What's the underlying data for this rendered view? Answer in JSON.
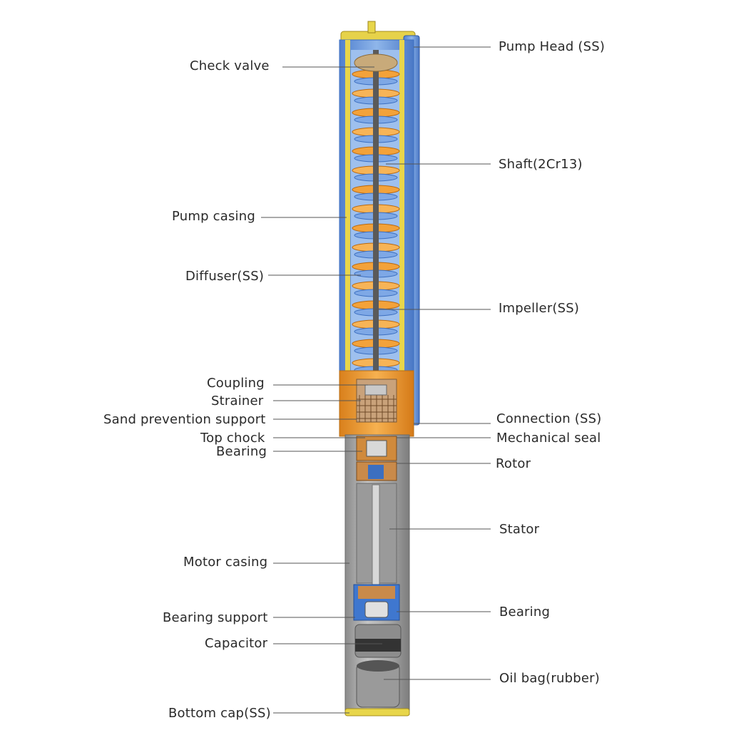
{
  "left_labels": [
    {
      "id": "check-valve",
      "text": "Check valve"
    },
    {
      "id": "pump-casing",
      "text": "Pump casing"
    },
    {
      "id": "diffuser",
      "text": "Diffuser(SS)"
    },
    {
      "id": "coupling",
      "text": "Coupling"
    },
    {
      "id": "strainer",
      "text": "Strainer"
    },
    {
      "id": "sand-prevention-support",
      "text": "Sand prevention support"
    },
    {
      "id": "top-chock",
      "text": "Top chock"
    },
    {
      "id": "bearing-upper",
      "text": "Bearing"
    },
    {
      "id": "motor-casing",
      "text": "Motor casing"
    },
    {
      "id": "bearing-support",
      "text": "Bearing support"
    },
    {
      "id": "capacitor",
      "text": "Capacitor"
    },
    {
      "id": "bottom-cap",
      "text": "Bottom cap(SS)"
    }
  ],
  "right_labels": [
    {
      "id": "pump-head",
      "text": "Pump Head (SS)"
    },
    {
      "id": "shaft",
      "text": "Shaft(2Cr13)"
    },
    {
      "id": "impeller",
      "text": "Impeller(SS)"
    },
    {
      "id": "connection",
      "text": "Connection (SS)"
    },
    {
      "id": "mechanical-seal",
      "text": "Mechanical seal"
    },
    {
      "id": "rotor",
      "text": "Rotor"
    },
    {
      "id": "stator",
      "text": "Stator"
    },
    {
      "id": "bearing-lower",
      "text": "Bearing"
    },
    {
      "id": "oil-bag",
      "text": "Oil bag(rubber)"
    }
  ],
  "colors": {
    "blue": "#6f9fdc",
    "blue_dark": "#3c6fc0",
    "orange": "#f09a2a",
    "yellow": "#e8d64a",
    "gray": "#a9a9a9",
    "gray_dark": "#7a7a7a",
    "copper": "#c98a4a",
    "leader": "#555555"
  }
}
